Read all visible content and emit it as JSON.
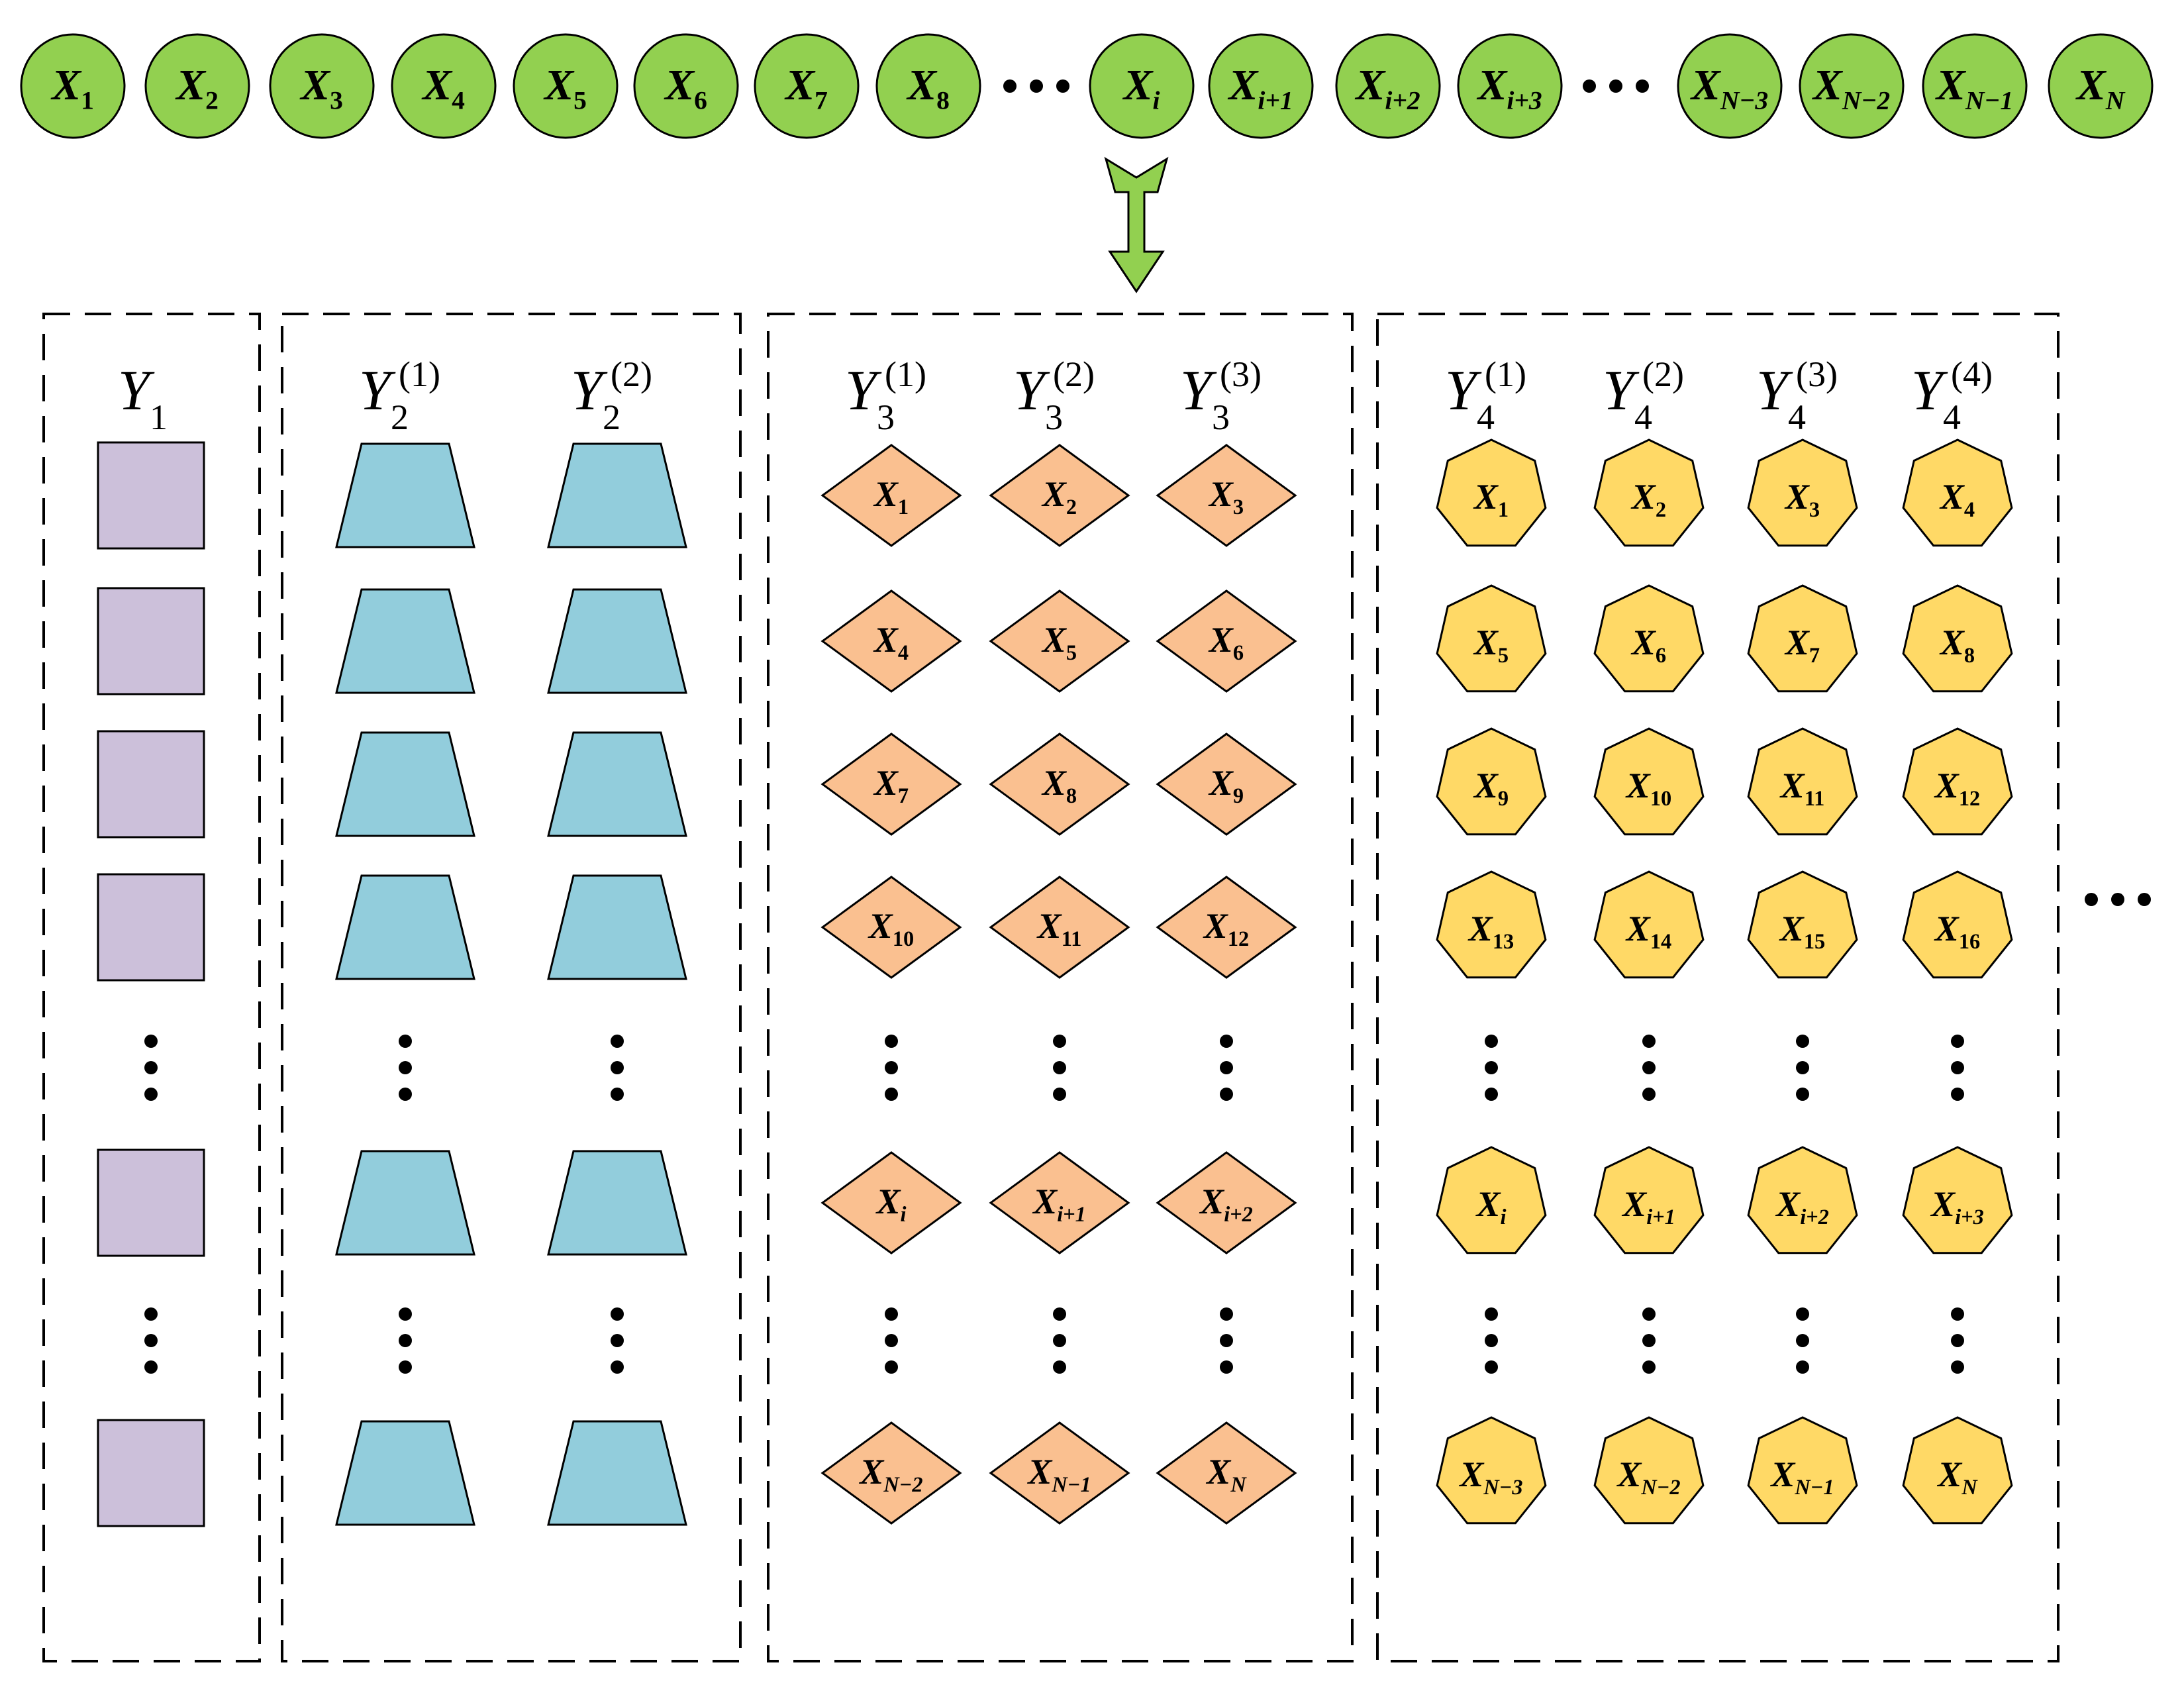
{
  "colors": {
    "sequence_fill": "#92d050",
    "arrow_fill": "#92d050",
    "y1_fill": "#ccc0da",
    "y2_fill": "#92cddc",
    "y3_fill": "#fac090",
    "y4_fill": "#ffd966",
    "stroke": "#000000"
  },
  "icons": {
    "sequence_node": "circle-node",
    "y1_node": "square-node",
    "y2_node": "trapezoid-node",
    "y3_node": "diamond-node",
    "y4_node": "heptagon-node",
    "arrow": "down-arrow-icon",
    "ellipsis": "ellipsis-dots"
  },
  "sequence": [
    "X1",
    "X2",
    "X3",
    "X4",
    "X5",
    "X6",
    "X7",
    "X8",
    "…",
    "Xi",
    "Xi+1",
    "Xi+2",
    "Xi+3",
    "…",
    "XN−3",
    "XN−2",
    "XN−1",
    "XN"
  ],
  "groups": [
    {
      "id": "y1",
      "columns": [
        {
          "header": {
            "base": "Y",
            "sub": "1",
            "sup": ""
          },
          "cells": [
            "",
            "",
            "",
            "",
            "⋮",
            "",
            "⋮",
            ""
          ]
        }
      ]
    },
    {
      "id": "y2",
      "columns": [
        {
          "header": {
            "base": "Y",
            "sub": "2",
            "sup": "(1)"
          },
          "cells": [
            "",
            "",
            "",
            "",
            "⋮",
            "",
            "⋮",
            ""
          ]
        },
        {
          "header": {
            "base": "Y",
            "sub": "2",
            "sup": "(2)"
          },
          "cells": [
            "",
            "",
            "",
            "",
            "⋮",
            "",
            "⋮",
            ""
          ]
        }
      ]
    },
    {
      "id": "y3",
      "columns": [
        {
          "header": {
            "base": "Y",
            "sub": "3",
            "sup": "(1)"
          },
          "cells": [
            "X1",
            "X4",
            "X7",
            "X10",
            "⋮",
            "Xi",
            "⋮",
            "XN−2"
          ]
        },
        {
          "header": {
            "base": "Y",
            "sub": "3",
            "sup": "(2)"
          },
          "cells": [
            "X2",
            "X5",
            "X8",
            "X11",
            "⋮",
            "Xi+1",
            "⋮",
            "XN−1"
          ]
        },
        {
          "header": {
            "base": "Y",
            "sub": "3",
            "sup": "(3)"
          },
          "cells": [
            "X3",
            "X6",
            "X9",
            "X12",
            "⋮",
            "Xi+2",
            "⋮",
            "XN"
          ]
        }
      ]
    },
    {
      "id": "y4",
      "columns": [
        {
          "header": {
            "base": "Y",
            "sub": "4",
            "sup": "(1)"
          },
          "cells": [
            "X1",
            "X5",
            "X9",
            "X13",
            "⋮",
            "Xi",
            "⋮",
            "XN−3"
          ]
        },
        {
          "header": {
            "base": "Y",
            "sub": "4",
            "sup": "(2)"
          },
          "cells": [
            "X2",
            "X6",
            "X10",
            "X14",
            "⋮",
            "Xi+1",
            "⋮",
            "XN−2"
          ]
        },
        {
          "header": {
            "base": "Y",
            "sub": "4",
            "sup": "(3)"
          },
          "cells": [
            "X3",
            "X7",
            "X11",
            "X15",
            "⋮",
            "Xi+2",
            "⋮",
            "XN−1"
          ]
        },
        {
          "header": {
            "base": "Y",
            "sub": "4",
            "sup": "(4)"
          },
          "cells": [
            "X4",
            "X8",
            "X12",
            "X16",
            "⋮",
            "Xi+3",
            "⋮",
            "XN"
          ]
        }
      ]
    }
  ],
  "trailing_ellipsis": "…"
}
